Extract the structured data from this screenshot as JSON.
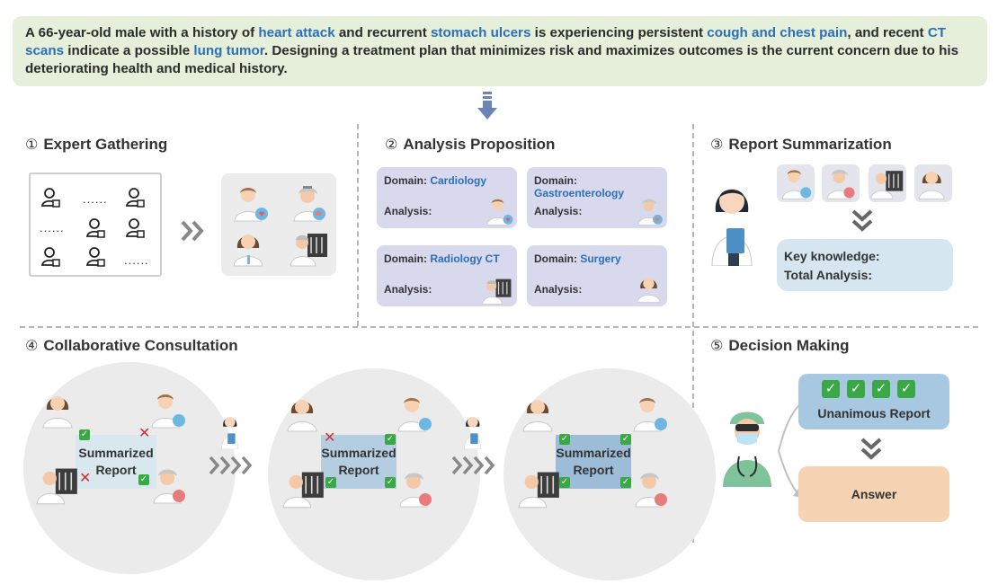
{
  "case": {
    "t1": "A 66-year-old male with a history of ",
    "h1": "heart attack",
    "t2": " and recurrent ",
    "h2": "stomach ulcers",
    "t3": " is experiencing persistent ",
    "h3": "cough and chest pain",
    "t4": ", and recent ",
    "h4": "CT scans",
    "t5": " indicate a possible ",
    "h5": "lung tumor",
    "t6": ". Designing a treatment plan that minimizes risk and maximizes outcomes is the current concern due to his deteriorating health and medical history."
  },
  "sections": {
    "s1": {
      "num": "①",
      "title": "Expert Gathering"
    },
    "s2": {
      "num": "②",
      "title": "Analysis Proposition"
    },
    "s3": {
      "num": "③",
      "title": "Report Summarization"
    },
    "s4": {
      "num": "④",
      "title": "Collaborative Consultation"
    },
    "s5": {
      "num": "⑤",
      "title": "Decision Making"
    }
  },
  "pool": {
    "dots": "......"
  },
  "analysis": {
    "domain_label": "Domain:",
    "analysis_label": "Analysis:",
    "cards": [
      {
        "domain": "Cardiology"
      },
      {
        "domain": "Gastroenterology"
      },
      {
        "domain": "Radiology CT"
      },
      {
        "domain": "Surgery"
      }
    ]
  },
  "summary": {
    "key": "Key knowledge:",
    "total": "Total Analysis:"
  },
  "consult": {
    "report_l1": "Summarized",
    "report_l2": "Report"
  },
  "decision": {
    "unanimous": "Unanimous Report",
    "answer": "Answer"
  },
  "colors": {
    "highlight": "#2a6fb8",
    "banner": "#e6efda",
    "domain_card": "#d9d9ee",
    "summary": "#d5e6f1",
    "unanimous": "#a8c8e2",
    "answer": "#f5d3b3",
    "check": "#3aa845",
    "cross": "#d03030"
  },
  "icons": [
    "user-icon",
    "chevron-right-icon",
    "chevron-down-icon",
    "arrow-down-icon",
    "check-icon",
    "cross-icon",
    "cardiologist-avatar",
    "gastroenterologist-avatar",
    "radiologist-avatar",
    "surgeon-avatar",
    "summarizer-avatar",
    "decision-maker-avatar"
  ]
}
